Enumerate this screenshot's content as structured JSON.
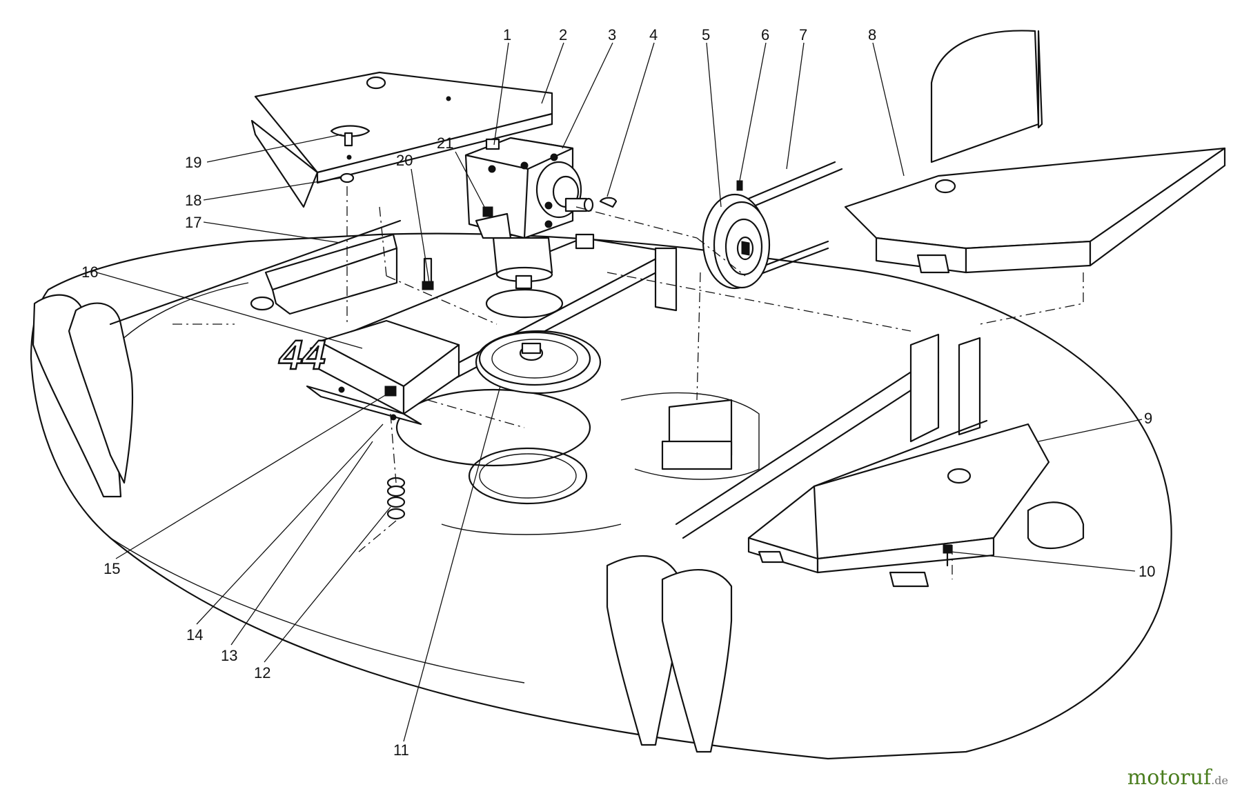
{
  "diagram": {
    "callouts": [
      {
        "id": "1",
        "label": "1"
      },
      {
        "id": "2",
        "label": "2"
      },
      {
        "id": "3",
        "label": "3"
      },
      {
        "id": "4",
        "label": "4"
      },
      {
        "id": "5",
        "label": "5"
      },
      {
        "id": "6",
        "label": "6"
      },
      {
        "id": "7",
        "label": "7"
      },
      {
        "id": "8",
        "label": "8"
      },
      {
        "id": "9",
        "label": "9"
      },
      {
        "id": "10",
        "label": "10"
      },
      {
        "id": "11",
        "label": "11"
      },
      {
        "id": "12",
        "label": "12"
      },
      {
        "id": "13",
        "label": "13"
      },
      {
        "id": "14",
        "label": "14"
      },
      {
        "id": "15",
        "label": "15"
      },
      {
        "id": "16",
        "label": "16"
      },
      {
        "id": "17",
        "label": "17"
      },
      {
        "id": "18",
        "label": "18"
      },
      {
        "id": "19",
        "label": "19"
      },
      {
        "id": "20",
        "label": "20"
      },
      {
        "id": "21",
        "label": "21"
      }
    ],
    "decal_text": "44"
  },
  "watermark": {
    "brand": "motoruf",
    "suffix": ".de",
    "color": "#4a7d1e"
  }
}
